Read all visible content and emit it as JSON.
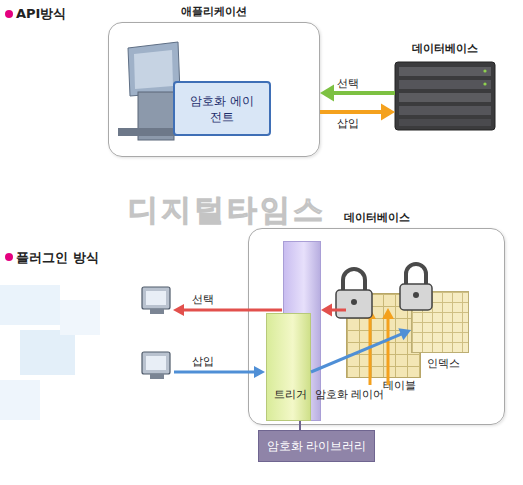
{
  "diagram": {
    "nodes": [
      {
        "text": [
          "애플리케이션"
        ]
      },
      {
        "text": [
          "암호화 에이전트"
        ],
        "in": 0
      },
      {
        "text": [
          "데이터베이스"
        ]
      },
      {
        "text": [
          "데이터베이스"
        ]
      },
      {
        "text": [
          "암호화 레이어"
        ],
        "in": 3
      },
      {
        "text": [
          "트리거"
        ],
        "in": 3
      },
      {
        "text": [
          "테이블"
        ],
        "in": 3
      },
      {
        "text": [
          "인덱스"
        ],
        "in": 3
      },
      {
        "text": [
          "암호화 라이브러리"
        ]
      }
    ],
    "edges": [
      {
        "from": 2,
        "to": 0,
        "label": "선택",
        "arrow": "to"
      },
      {
        "from": 0,
        "to": 2,
        "label": "삽입",
        "arrow": "to"
      },
      {
        "from": 6,
        "to": 4,
        "arrow": "to"
      },
      {
        "from": 5,
        "to": 7,
        "arrow": "to"
      },
      {
        "from": 8,
        "to": 4,
        "arrow": "none"
      }
    ],
    "labels": [
      "API방식",
      "플러그인 방식",
      "선택",
      "삽입",
      "디지털타임스"
    ]
  }
}
